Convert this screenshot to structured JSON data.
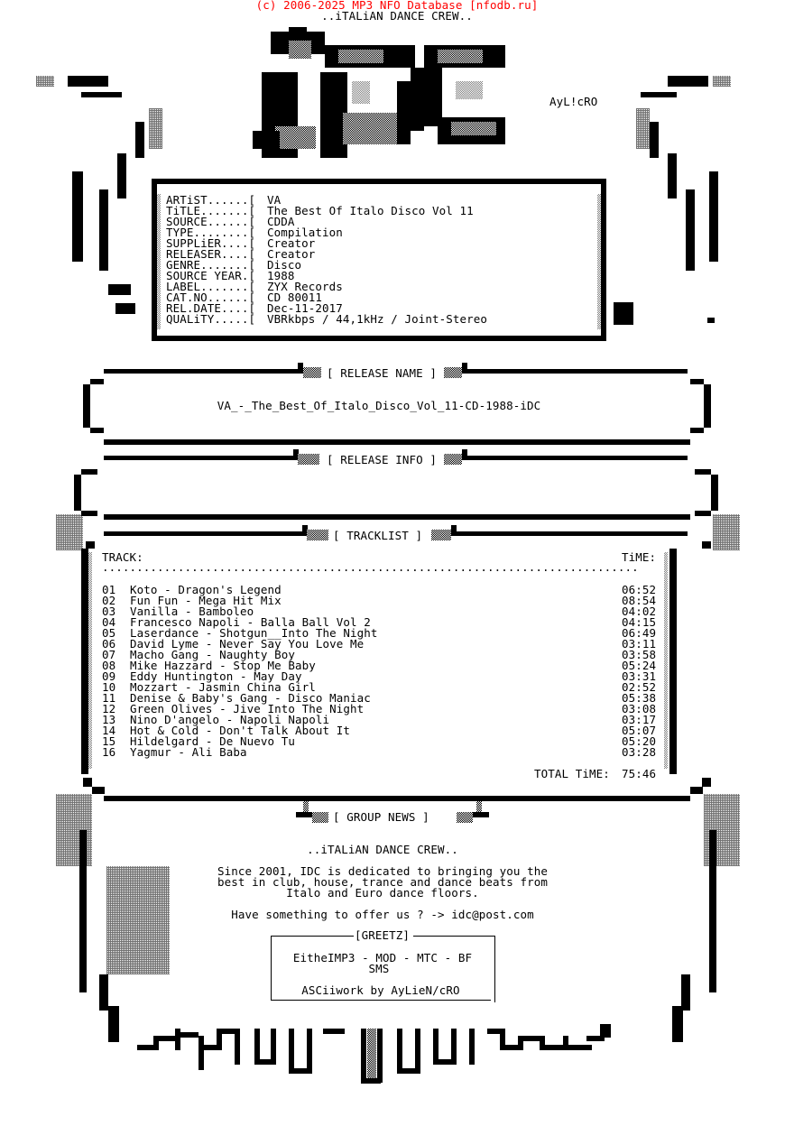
{
  "header": {
    "copyright": "(c) 2006-2025 MP3 NFO Database [nfodb.ru]",
    "crew": "..iTALiAN DANCE CREW..",
    "logo": "iDC",
    "ascii_tag": "AyL!cRO"
  },
  "info": {
    "fields": [
      {
        "label": "ARTiST......[",
        "value": "VA"
      },
      {
        "label": "TiTLE.......[",
        "value": "The Best Of Italo Disco Vol 11"
      },
      {
        "label": "SOURCE......[",
        "value": "CDDA"
      },
      {
        "label": "TYPE........[",
        "value": "Compilation"
      },
      {
        "label": "SUPPLiER....[",
        "value": "Creator"
      },
      {
        "label": "RELEASER....[",
        "value": "Creator"
      },
      {
        "label": "GENRE.......[",
        "value": "Disco"
      },
      {
        "label": "SOURCE YEAR.[",
        "value": "1988"
      },
      {
        "label": "LABEL.......[",
        "value": "ZYX Records"
      },
      {
        "label": "CAT.NO......[",
        "value": "CD 80011"
      },
      {
        "label": "REL.DATE....[",
        "value": "Dec-11-2017"
      },
      {
        "label": "QUALiTY.....[",
        "value": "VBRkbps / 44,1kHz / Joint-Stereo"
      }
    ]
  },
  "release_name": {
    "heading": "[ RELEASE NAME ]",
    "value": "VA_-_The_Best_Of_Italo_Disco_Vol_11-CD-1988-iDC"
  },
  "release_info": {
    "heading": "[ RELEASE INFO ]"
  },
  "tracklist": {
    "heading": "[ TRACKLIST ]",
    "col_track": "TRACK:",
    "col_time": "TiME:",
    "dots": "..............................................................................",
    "tracks": [
      {
        "no": "01",
        "title": "Koto - Dragon's Legend",
        "time": "06:52"
      },
      {
        "no": "02",
        "title": "Fun Fun - Mega Hit Mix",
        "time": "08:54"
      },
      {
        "no": "03",
        "title": "Vanilla - Bamboleo",
        "time": "04:02"
      },
      {
        "no": "04",
        "title": "Francesco Napoli - Balla Ball Vol 2",
        "time": "04:15"
      },
      {
        "no": "05",
        "title": "Laserdance - Shotgun__Into The Night",
        "time": "06:49"
      },
      {
        "no": "06",
        "title": "David Lyme - Never Say You Love Me",
        "time": "03:11"
      },
      {
        "no": "07",
        "title": "Macho Gang - Naughty Boy",
        "time": "03:58"
      },
      {
        "no": "08",
        "title": "Mike Hazzard - Stop Me Baby",
        "time": "05:24"
      },
      {
        "no": "09",
        "title": "Eddy Huntington - May Day",
        "time": "03:31"
      },
      {
        "no": "10",
        "title": "Mozzart - Jasmin China Girl",
        "time": "02:52"
      },
      {
        "no": "11",
        "title": "Denise & Baby's Gang - Disco Maniac",
        "time": "05:38"
      },
      {
        "no": "12",
        "title": "Green Olives - Jive Into The Night",
        "time": "03:08"
      },
      {
        "no": "13",
        "title": "Nino D'angelo - Napoli Napoli",
        "time": "03:17"
      },
      {
        "no": "14",
        "title": "Hot & Cold - Don't Talk About It",
        "time": "05:07"
      },
      {
        "no": "15",
        "title": "Hildelgard - De Nuevo Tu",
        "time": "05:20"
      },
      {
        "no": "16",
        "title": "Yagmur - Ali Baba",
        "time": "03:28"
      }
    ],
    "total_label": "TOTAL TiME:",
    "total_value": "75:46"
  },
  "group_news": {
    "heading": "[ GROUP NEWS ]",
    "crew": "..iTALiAN DANCE CREW..",
    "paragraph": [
      "Since 2001, IDC is dedicated to bringing you the",
      "best in club, house, trance and dance beats from",
      "Italo and Euro dance floors."
    ],
    "contact": "Have something to offer us ? -> idc@post.com"
  },
  "greetz": {
    "heading": "[GREETZ]",
    "line1": "EitheIMP3 - MOD - MTC - BF",
    "line2": "SMS",
    "credit": "ASCiiwork by AyLieN/cRO"
  },
  "colors": {
    "copyright": "#ff0000",
    "text": "#000000",
    "background": "#ffffff"
  }
}
